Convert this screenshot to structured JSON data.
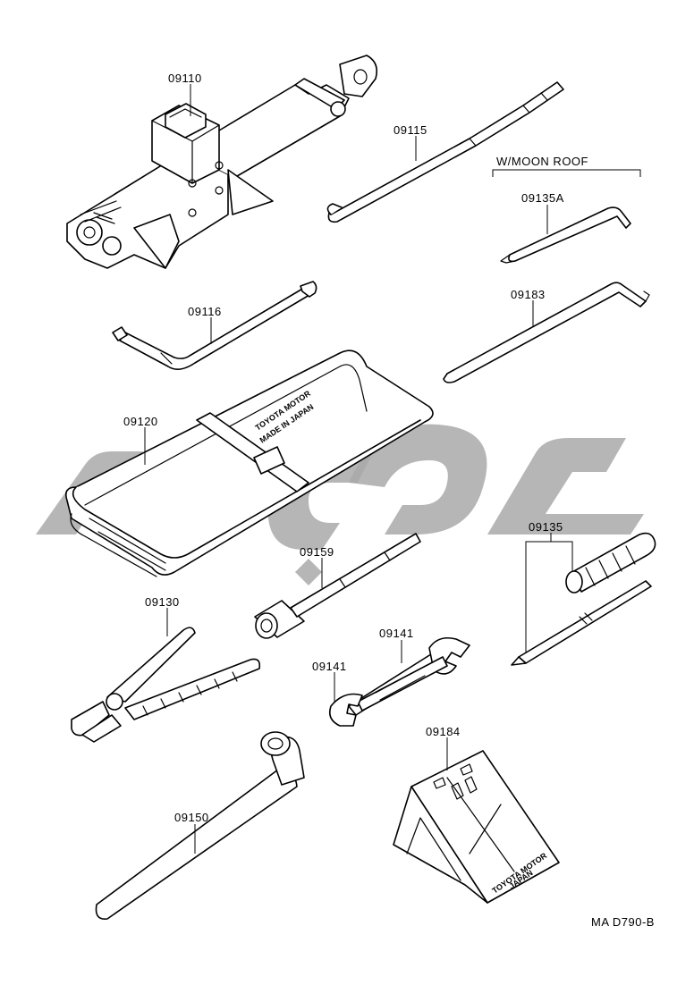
{
  "labels": {
    "jack": "09110",
    "jack_handle_rod": "09115",
    "moon_roof_group": "W/MOON ROOF",
    "moon_roof_wrench": "09135A",
    "jack_handle": "09116",
    "long_wrench": "09183",
    "tool_bag": "09120",
    "screwdriver": "09135",
    "extension_socket": "09159",
    "pliers": "09130",
    "wrench_a": "09141",
    "wrench_b": "09141",
    "chock_block": "09184",
    "lug_wrench": "09150",
    "diagram_code": "MA D790-B"
  },
  "printed": {
    "bag_line1": "TOYOTA MOTOR",
    "bag_line2": "MADE IN JAPAN",
    "chock_line1": "TOYOTA MOTOR",
    "chock_line2": "JAPAN"
  }
}
